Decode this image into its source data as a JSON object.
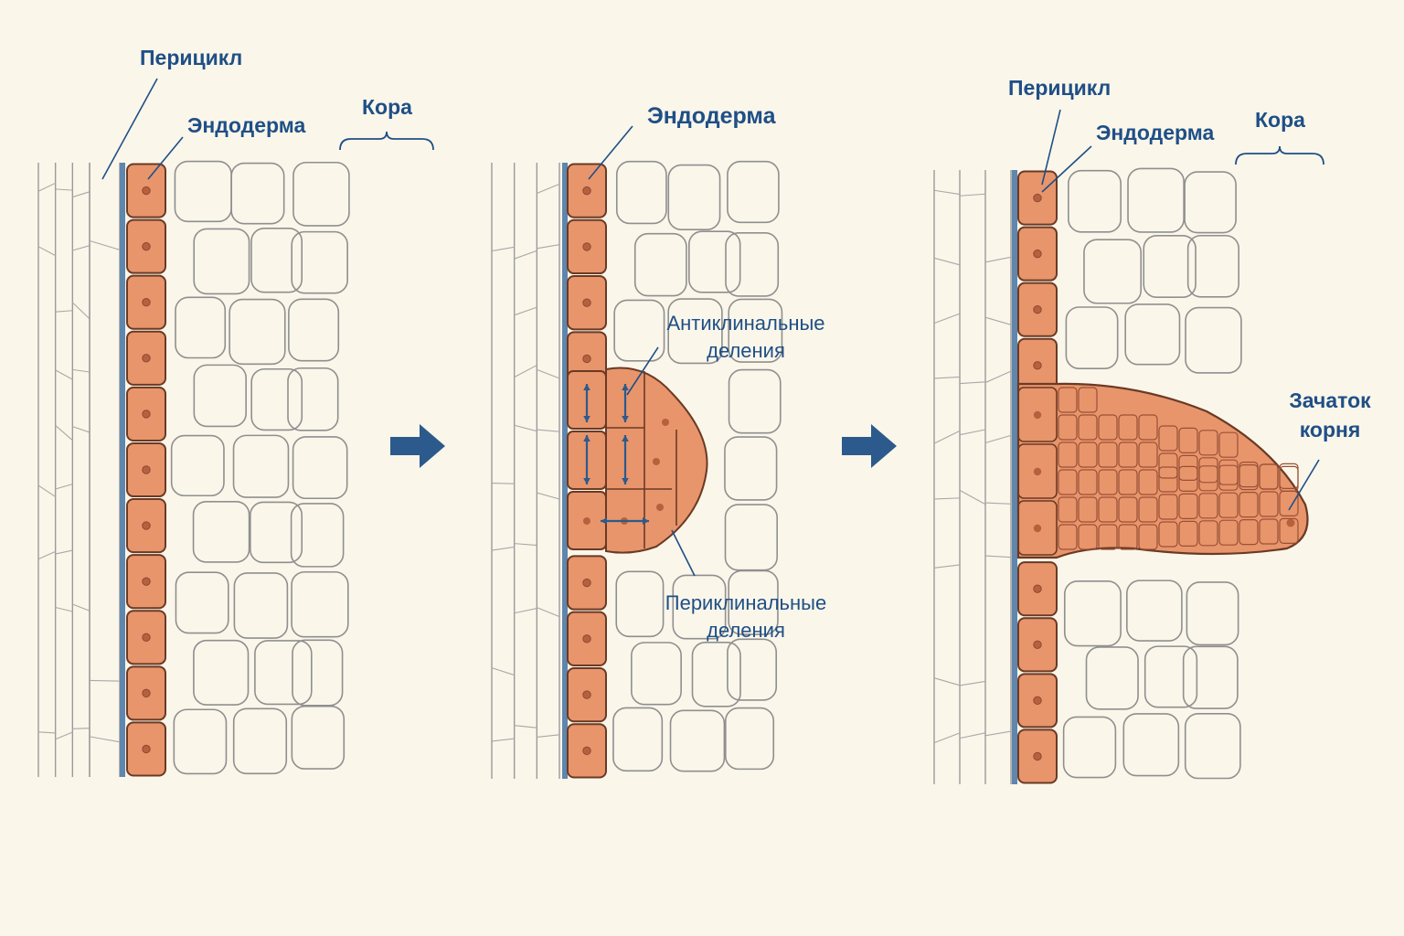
{
  "colors": {
    "background": "#faf6ea",
    "pericycle_cell": "#e8956c",
    "pericycle_stroke": "#6a3a24",
    "endodermis_strip": "#5f86ad",
    "cell_outline": "#8f8f8f",
    "label_text": "#1f4f86",
    "arrow": "#2c5a8c"
  },
  "icons": {
    "step_arrow": "right-arrow-icon",
    "division_arrow": "double-arrow-icon"
  },
  "panels": [
    {
      "labels": {
        "pericycle": "Перицикл",
        "endodermis": "Эндодерма",
        "cortex": "Кора"
      }
    },
    {
      "labels": {
        "endodermis": "Эндодерма",
        "anticlinal_line1": "Антиклинальные",
        "anticlinal_line2": "деления",
        "periclinal_line1": "Периклинальные",
        "periclinal_line2": "деления"
      }
    },
    {
      "labels": {
        "pericycle": "Перицикл",
        "endodermis": "Эндодерма",
        "cortex": "Кора",
        "primordium_line1": "Зачаток",
        "primordium_line2": "корня"
      }
    }
  ]
}
